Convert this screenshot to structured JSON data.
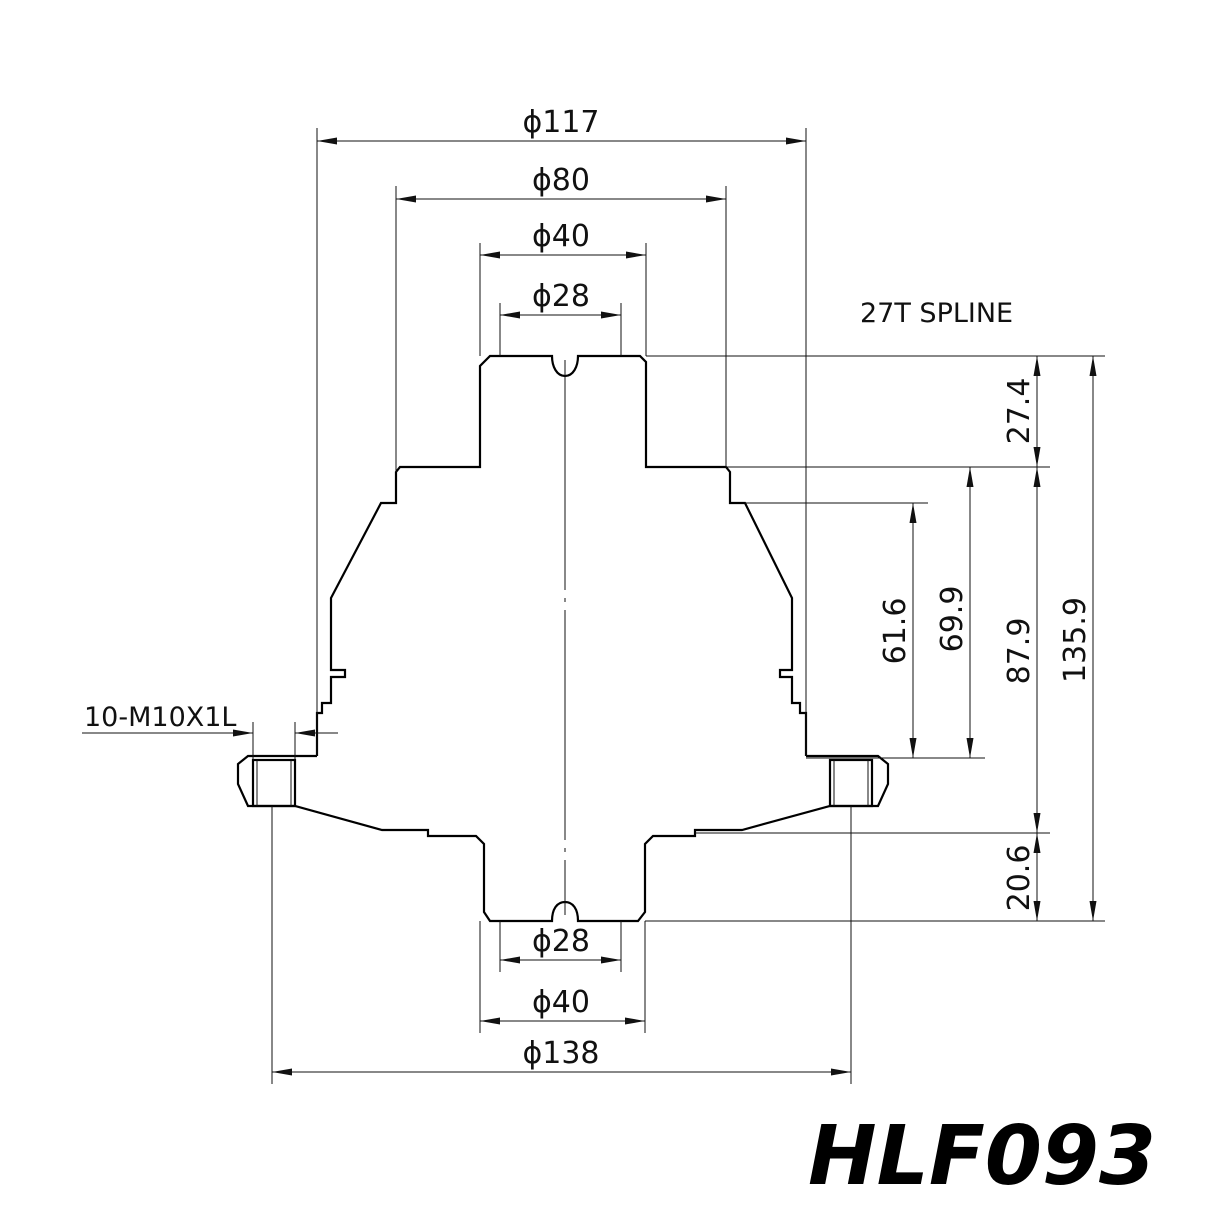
{
  "title": "HLF093",
  "spline_note": "27T SPLINE",
  "thread_note": "10-M10X1L",
  "diameters": {
    "top_117": "ϕ117",
    "top_80": "ϕ80",
    "top_40": "ϕ40",
    "top_28": "ϕ28",
    "bottom_28": "ϕ28",
    "bottom_40": "ϕ40",
    "bottom_138": "ϕ138"
  },
  "lengths": {
    "d_27_4": "27.4",
    "d_61_6": "61.6",
    "d_69_9": "69.9",
    "d_87_9": "87.9",
    "d_135_9": "135.9",
    "d_20_6": "20.6"
  },
  "colors": {
    "line": "#000000",
    "background": "#ffffff"
  }
}
